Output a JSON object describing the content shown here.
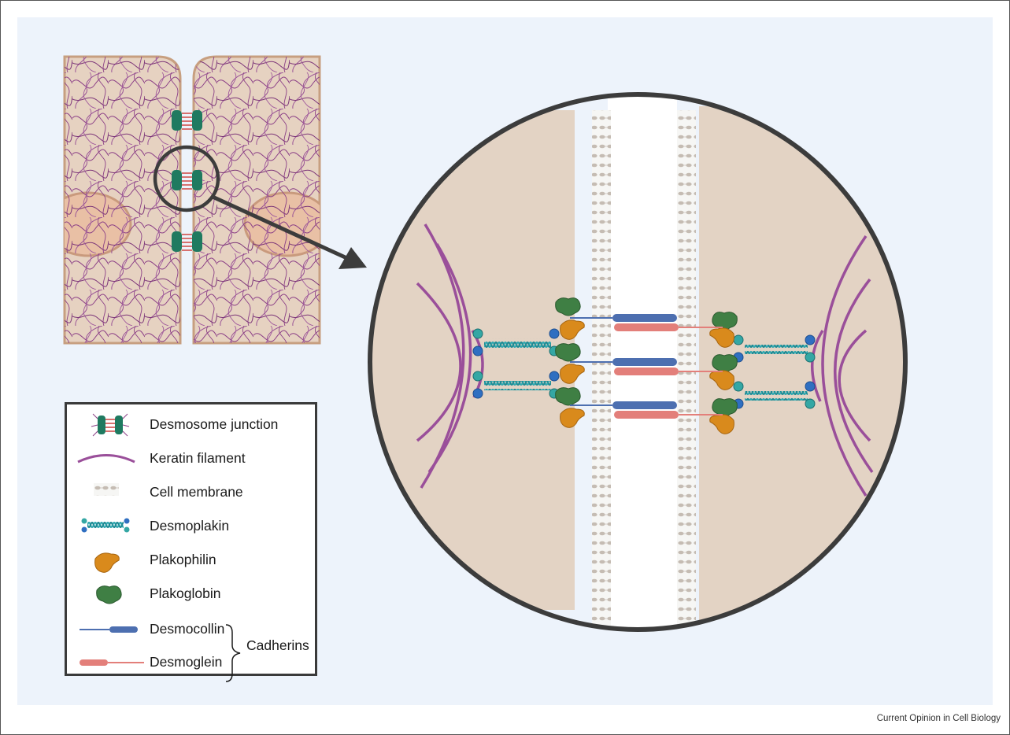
{
  "legend": {
    "items": [
      {
        "label": "Desmosome junction",
        "icon": "desmosome-junction"
      },
      {
        "label": "Keratin filament",
        "icon": "keratin-filament"
      },
      {
        "label": "Cell membrane",
        "icon": "cell-membrane"
      },
      {
        "label": "Desmoplakin",
        "icon": "desmoplakin"
      },
      {
        "label": "Plakophilin",
        "icon": "plakophilin"
      },
      {
        "label": "Plakoglobin",
        "icon": "plakoglobin"
      },
      {
        "label": "Desmocollin",
        "icon": "desmocollin"
      },
      {
        "label": "Desmoglein",
        "icon": "desmoglein"
      }
    ],
    "group_label": "Cadherins"
  },
  "credit": "Current Opinion in Cell Biology",
  "colors": {
    "background": "#edf3fb",
    "cytoplasm": "#e3d3c4",
    "cell_edge": "#c79f80",
    "nucleus": "#e9c0a5",
    "keratin": "#9a4f9a",
    "desmoplakin": "#2fa7b0",
    "plakophilin": "#d98a1c",
    "plakoglobin": "#3f7f44",
    "desmocollin": "#4d6fb0",
    "desmoglein": "#e37f7a",
    "desmosome_plaque": "#1f7a60",
    "zoom_ring": "#3c3c3c"
  }
}
